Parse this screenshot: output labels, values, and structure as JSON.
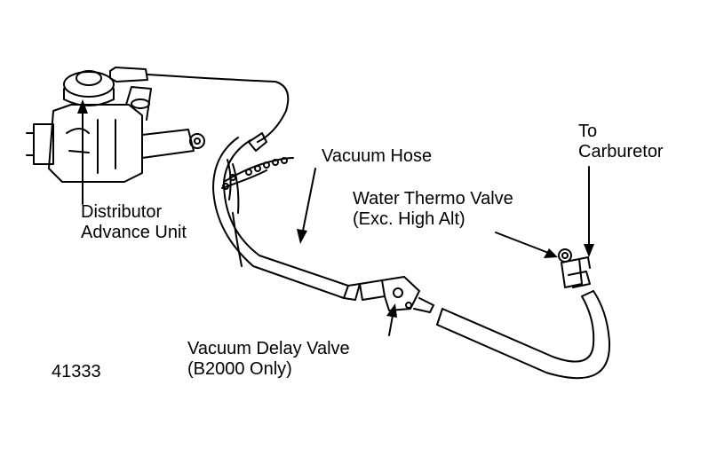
{
  "labels": {
    "distributor_line1": "Distributor",
    "distributor_line2": "Advance Unit",
    "vacuum_hose": "Vacuum Hose",
    "water_thermo_line1": "Water Thermo Valve",
    "water_thermo_line2": "(Exc. High Alt)",
    "to_carb_line1": "To",
    "to_carb_line2": "Carburetor",
    "delay_line1": "Vacuum Delay Valve",
    "delay_line2": "(B2000 Only)",
    "figure_number": "41333"
  },
  "colors": {
    "ink": "#000000",
    "paper": "#ffffff"
  }
}
